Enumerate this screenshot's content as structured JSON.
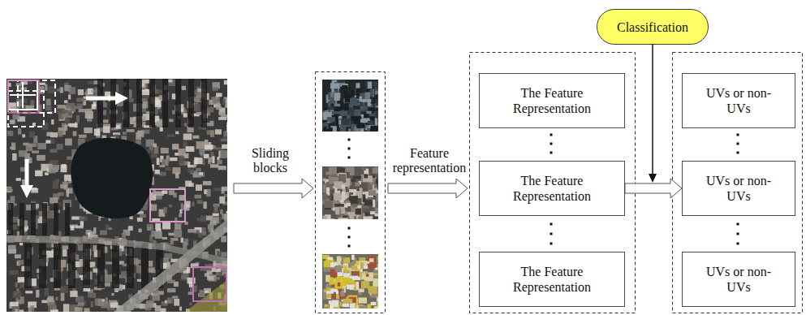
{
  "diagram": {
    "nodes": [
      {
        "text": [
          "The Feature Representation"
        ]
      },
      {
        "text": [
          "The Feature Representation"
        ]
      },
      {
        "text": [
          "The Feature Representation"
        ]
      },
      {
        "text": [
          "Classification"
        ]
      },
      {
        "text": [
          "UVs or non-UVs"
        ]
      },
      {
        "text": [
          "UVs or non-UVs"
        ]
      },
      {
        "text": [
          "UVs or non-UVs"
        ]
      }
    ],
    "edges": [
      {
        "from": 1,
        "to": 5,
        "arrow": "to"
      }
    ],
    "labels": [
      "Sliding blocks",
      "Feature representation"
    ]
  }
}
